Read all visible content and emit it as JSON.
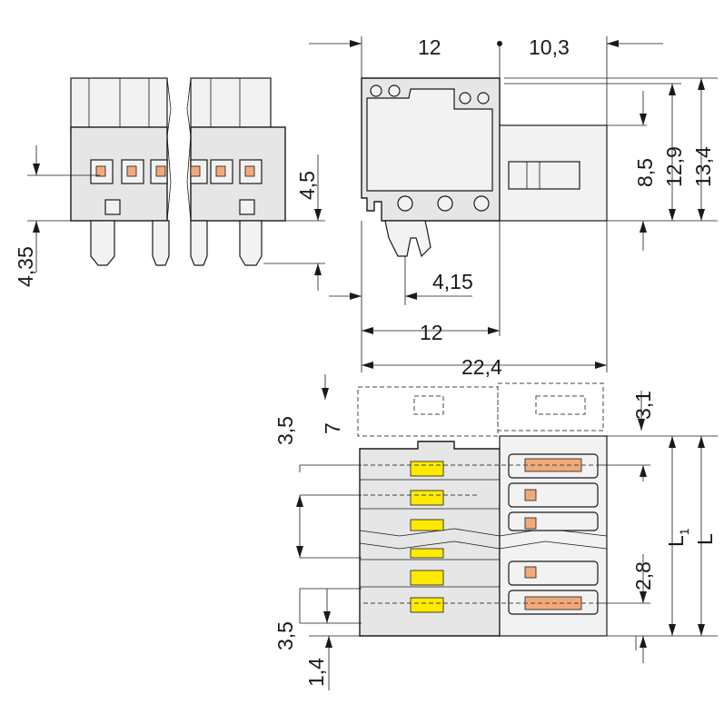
{
  "dimensions": {
    "top_left_width": "12",
    "top_right_width": "10,3",
    "height_8_5": "8,5",
    "height_12_9": "12,9",
    "height_13_4": "13,4",
    "pin_height": "4,5",
    "pin_length": "4,35",
    "latch_offset": "4,15",
    "pitch_width": "12",
    "total_width": "22,4",
    "offset_3_1": "3,1",
    "pitch_7": "7",
    "edge_3_5_top": "3,5",
    "pitch_2_8": "2,8",
    "edge_3_5_bottom": "3,5",
    "edge_1_4": "1,4",
    "length_L1": "L",
    "length_L1_sub": "1",
    "length_L": "L"
  },
  "colors": {
    "body": "#e6e6e6",
    "contact": "#f2a97a",
    "marker": "#ffea00",
    "line": "#1a1a1a"
  }
}
